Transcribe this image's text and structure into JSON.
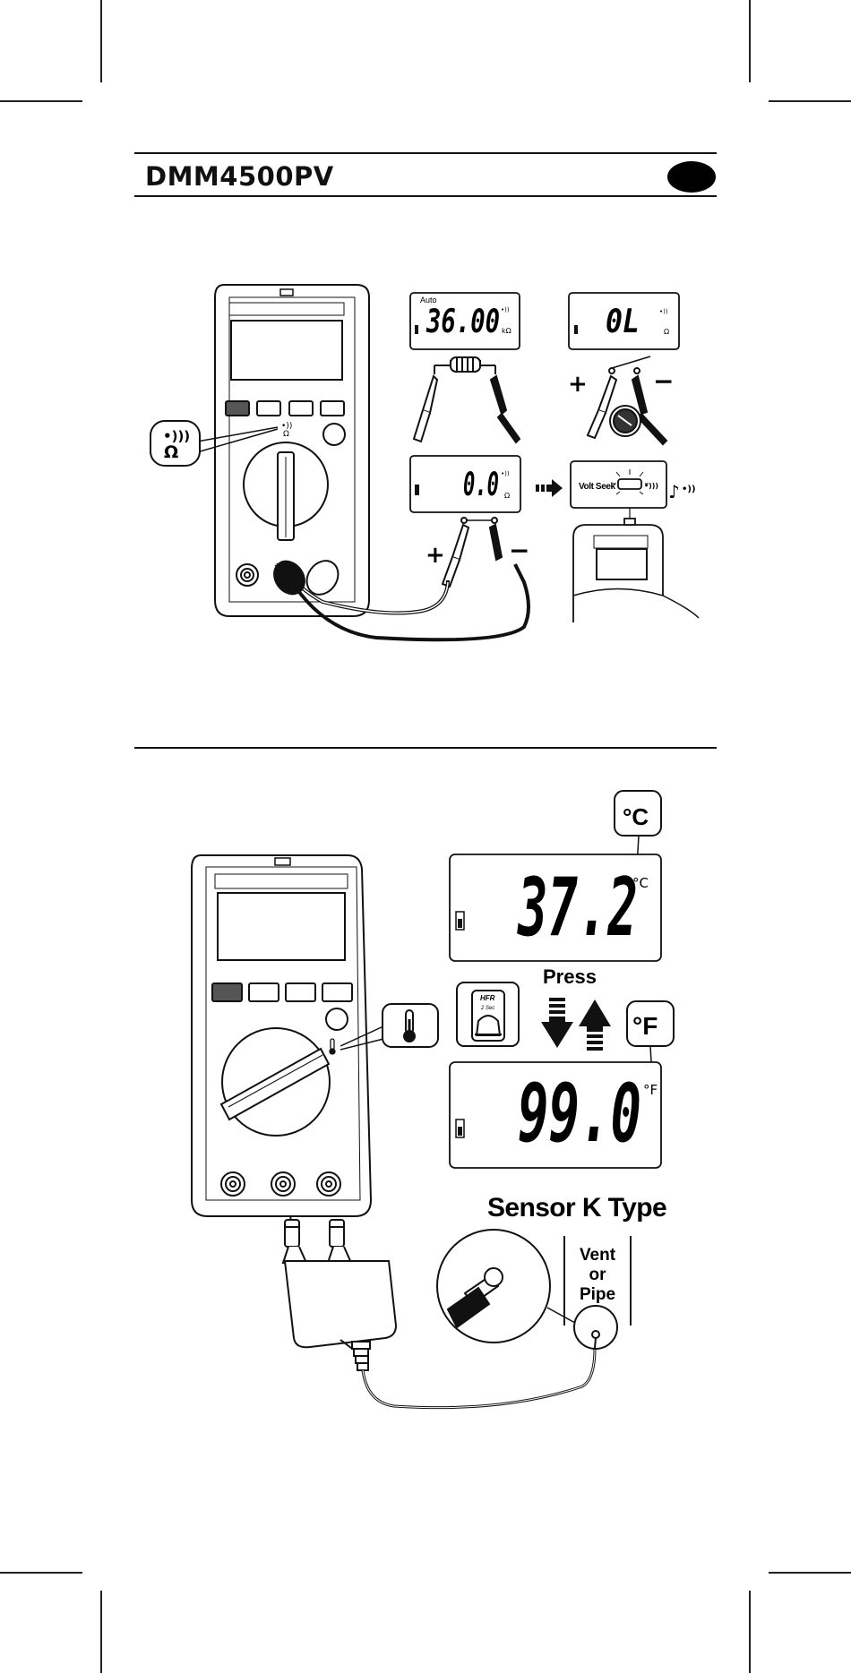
{
  "header": {
    "title": "DMM4500PV"
  },
  "continuity_section": {
    "dial_symbols": [
      "•))",
      "Ω"
    ],
    "callout_symbols": [
      "•)))",
      "Ω"
    ],
    "display_resistor": {
      "mode": "Auto",
      "reading": "36.00",
      "unit": "kΩ",
      "beep": "•))"
    },
    "display_open": {
      "reading": "0L",
      "unit": "Ω",
      "beep": "•))"
    },
    "display_closed": {
      "reading": "0.0",
      "unit": "Ω",
      "beep": "•))"
    },
    "voltseek_label": "Volt Seek",
    "voltseek_beep": "•)))",
    "voltseek_note": "♪",
    "voltseek_beep2": "•))",
    "plus_sign": "+",
    "minus_sign": "−"
  },
  "temperature_section": {
    "celsius_badge": "°C",
    "celsius_display": {
      "reading": "37.2",
      "unit": "°C"
    },
    "press_label": "Press",
    "hfr_button": {
      "line1": "HFR",
      "line2": "2 Sec"
    },
    "fahrenheit_badge": "°F",
    "fahrenheit_display": {
      "reading": "99.0",
      "unit": "°F"
    },
    "sensor_label": "Sensor K Type",
    "vent_label": [
      "Vent",
      "or",
      "Pipe"
    ]
  }
}
